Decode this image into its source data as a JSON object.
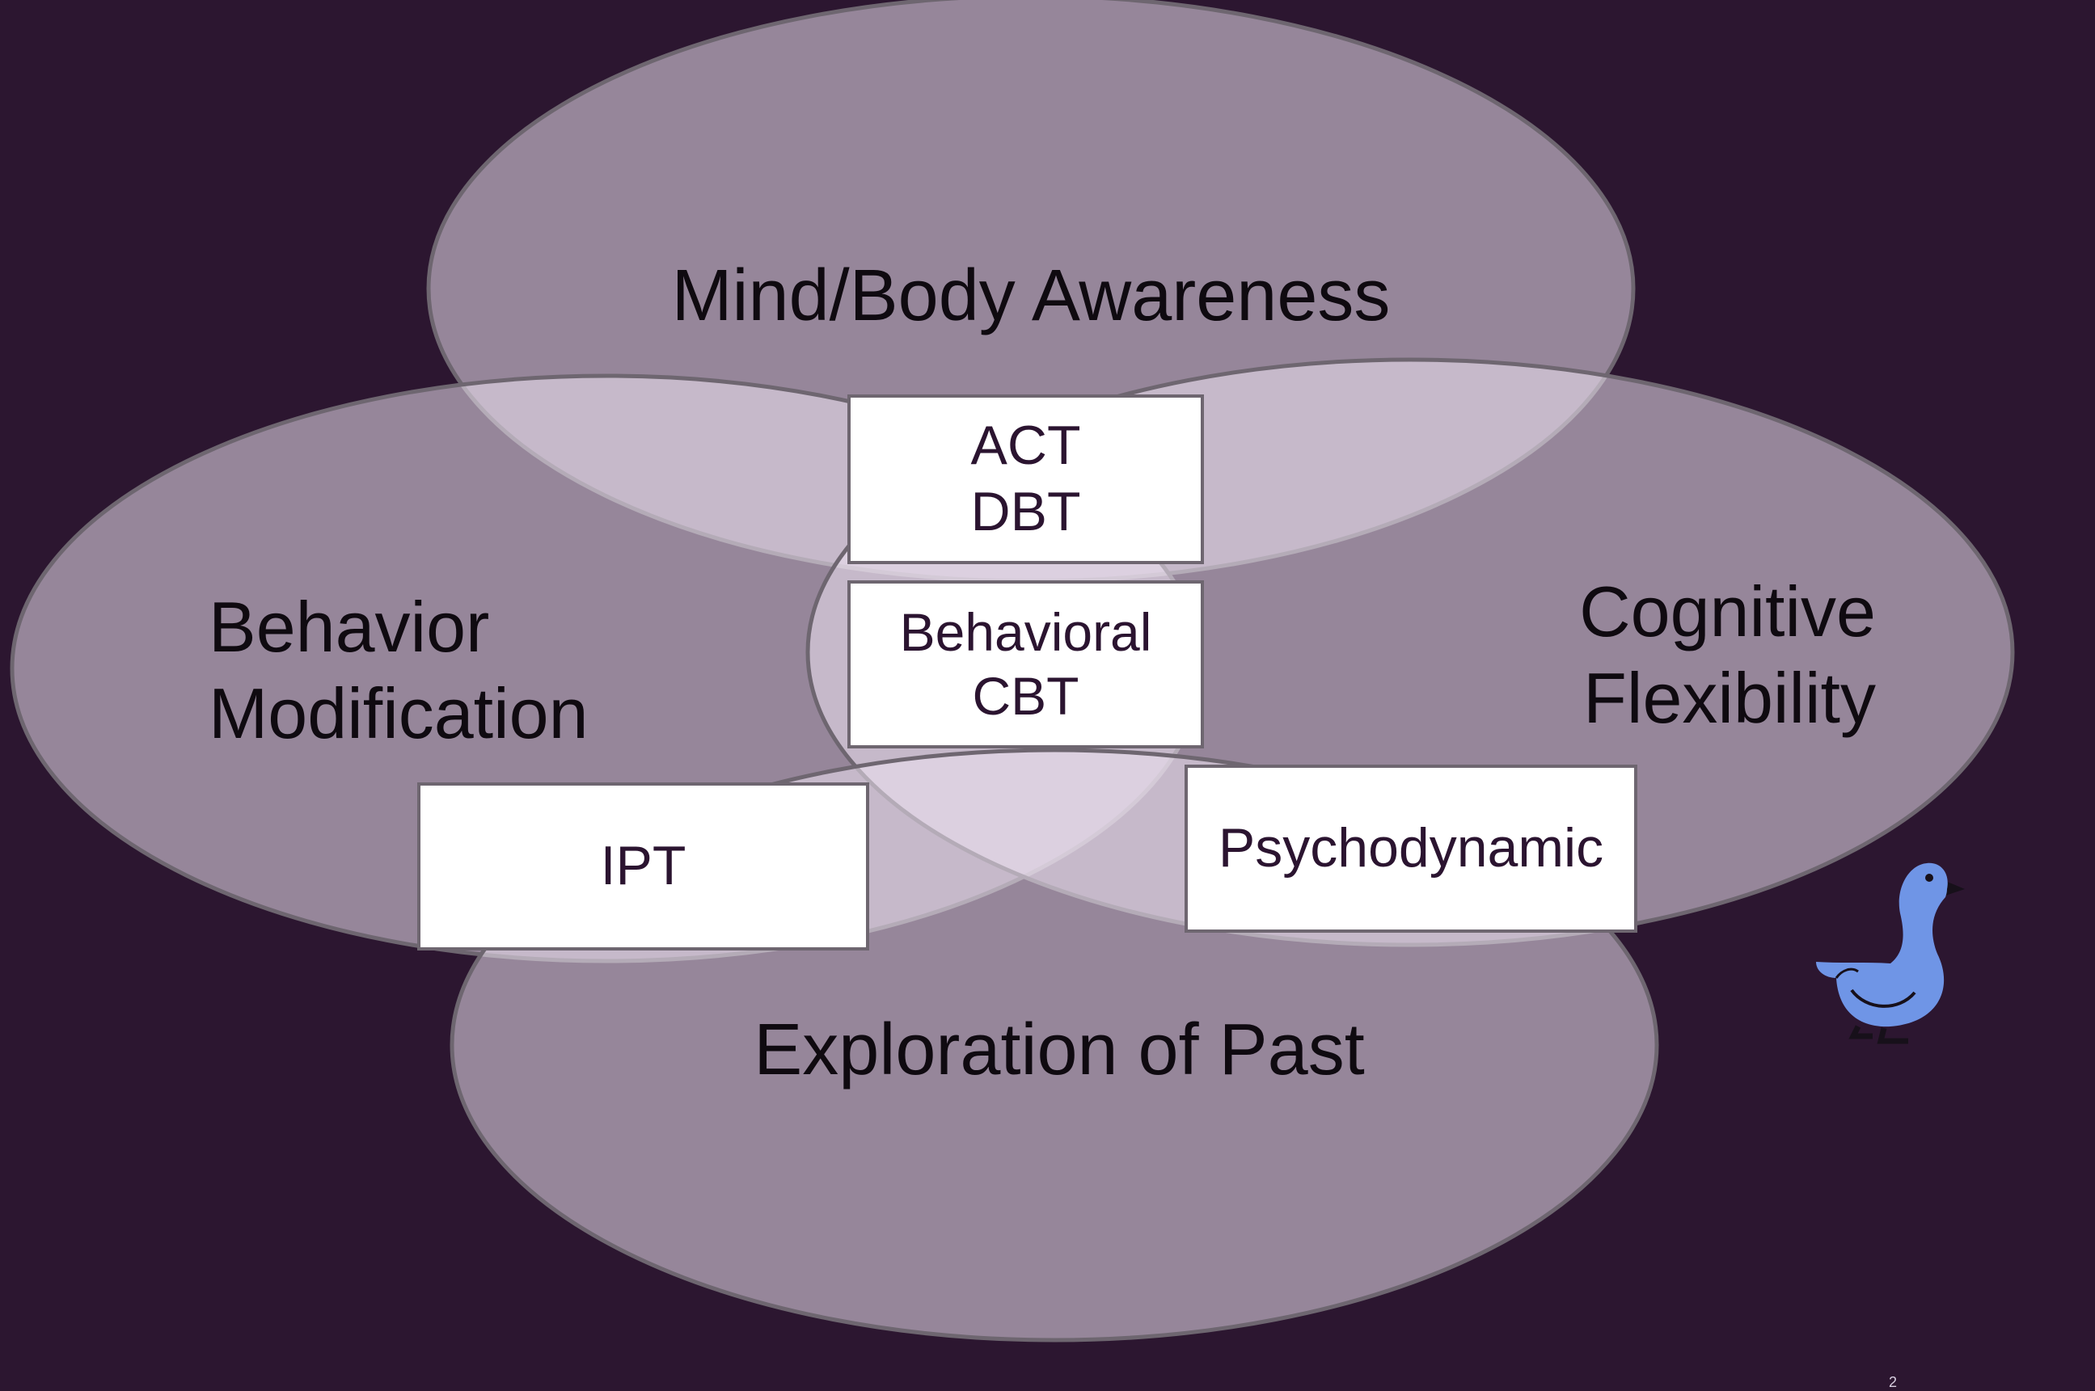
{
  "colors": {
    "background": "#2c1630",
    "circle_fill": "rgba(238,228,242,0.55)",
    "circle_stroke": "#6e6670",
    "box_fill": "#ffffff",
    "box_text": "#2b1430",
    "duck_body": "#6f95e6"
  },
  "circles": {
    "top": {
      "label": "Mind/Body Awareness"
    },
    "left": {
      "label_line1": "Behavior",
      "label_line2": "Modification"
    },
    "right": {
      "label_line1": "Cognitive",
      "label_line2": "Flexibility"
    },
    "bottom": {
      "label": "Exploration of Past"
    }
  },
  "boxes": {
    "act_dbt": {
      "line1": "ACT",
      "line2": "DBT"
    },
    "behavioral_cbt": {
      "line1": "Behavioral",
      "line2": "CBT"
    },
    "ipt": {
      "label": "IPT"
    },
    "psychodynamic": {
      "label": "Psychodynamic"
    }
  },
  "mascot": {
    "icon": "duck-icon"
  },
  "page_number": "2"
}
